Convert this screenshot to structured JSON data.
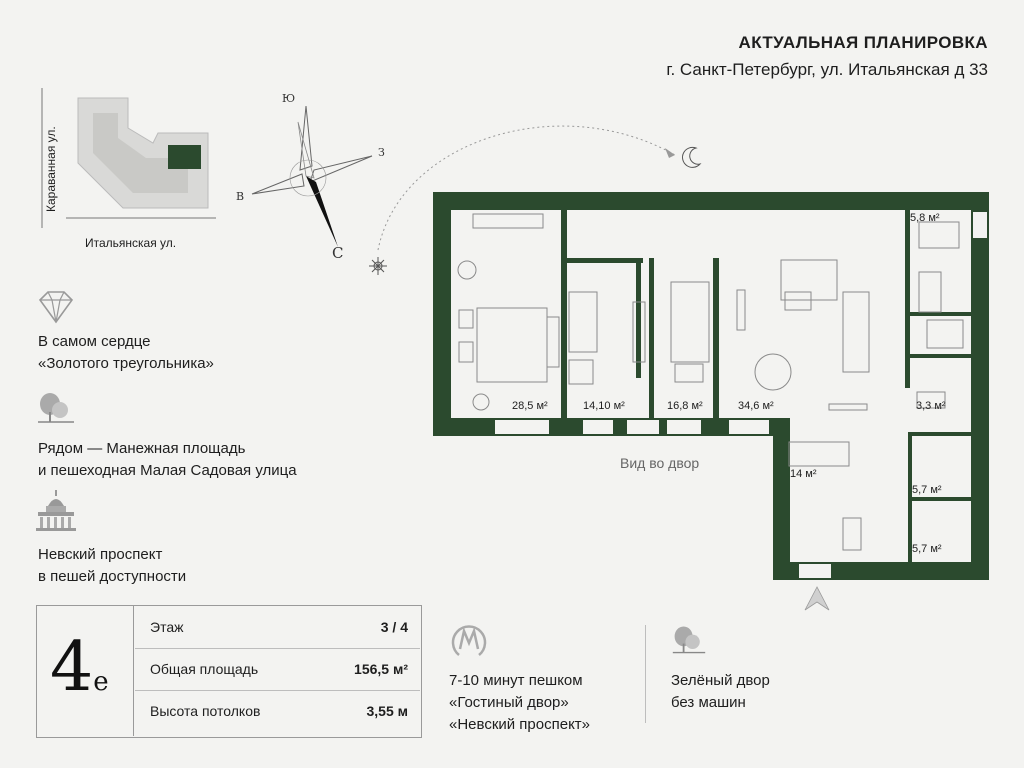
{
  "header": {
    "title": "АКТУАЛЬНАЯ ПЛАНИРОВКА",
    "address": "г. Санкт-Петербург, ул. Итальянская д 33"
  },
  "location_map": {
    "street_vertical": "Караванная ул.",
    "street_horizontal": "Итальянская ул."
  },
  "compass": {
    "north": "С",
    "south": "Ю",
    "east": "В",
    "west": "З"
  },
  "features": [
    {
      "icon": "diamond-icon",
      "line1": "В самом сердце",
      "line2": "«Золотого треугольника»"
    },
    {
      "icon": "tree-icon",
      "line1": "Рядом — Манежная площадь",
      "line2": "и пешеходная Малая Садовая улица"
    },
    {
      "icon": "cathedral-icon",
      "line1": "Невский проспект",
      "line2": "в пешей доступности"
    }
  ],
  "plan": {
    "courtyard_label": "Вид во двор",
    "rooms": [
      "28,5 м²",
      "14,10 м²",
      "16,8 м²",
      "34,6 м²",
      "5,8 м²",
      "3,3 м²",
      "14 м²",
      "5,7 м²",
      "5,7 м²"
    ]
  },
  "apartment": {
    "number": "4",
    "letter": "е",
    "rows": [
      {
        "label": "Этаж",
        "value": "3 / 4"
      },
      {
        "label": "Общая площадь",
        "value": "156,5 м²"
      },
      {
        "label": "Высота потолков",
        "value": "3,55 м"
      }
    ]
  },
  "metro": {
    "icon": "metro-icon",
    "line1": "7-10 минут пешком",
    "line2": "«Гостиный двор»",
    "line3": "«Невский проспект»"
  },
  "yard": {
    "icon": "tree-icon",
    "line1": "Зелёный двор",
    "line2": "без машин"
  },
  "colors": {
    "wall": "#2b4a2e",
    "background": "#f3f3f1",
    "text": "#1e1e1e"
  }
}
